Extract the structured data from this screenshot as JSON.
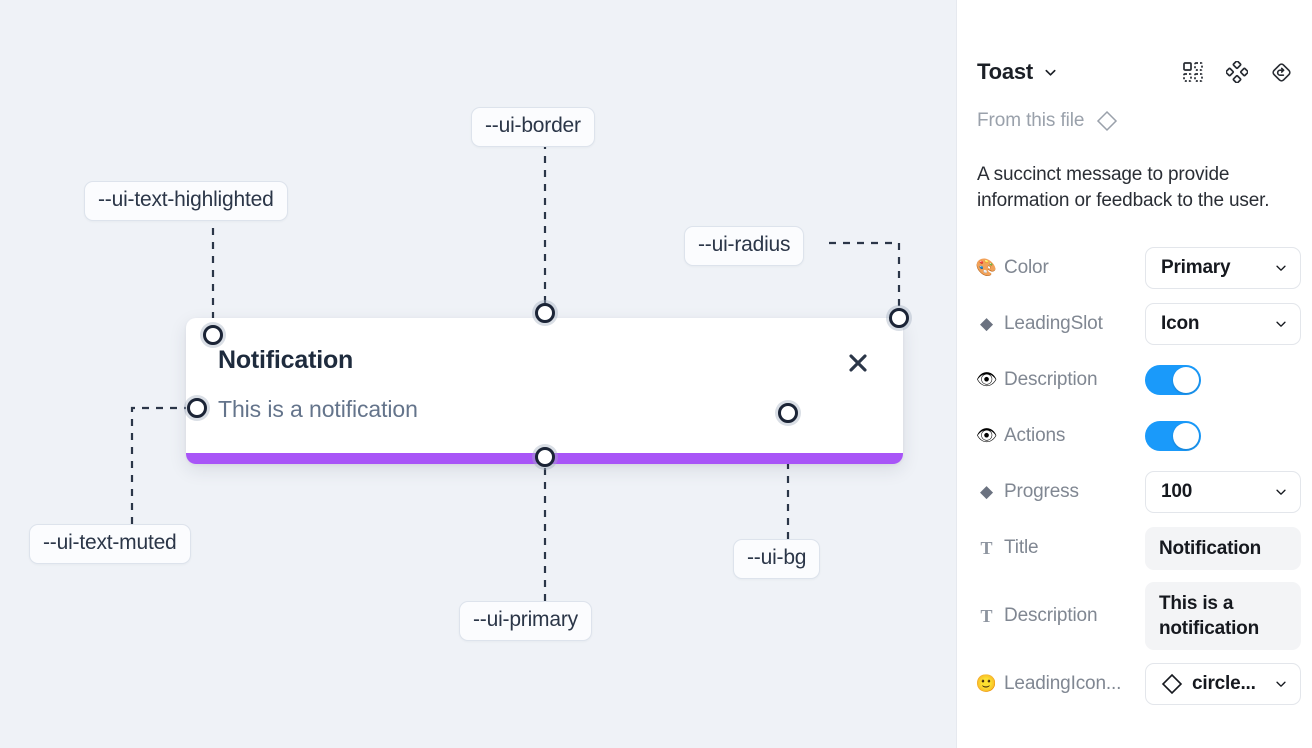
{
  "canvas": {
    "background_color": "#eff2f7",
    "toast": {
      "title": "Notification",
      "description": "This is a notification",
      "close_icon": "close-x-icon",
      "progress_color": "#a855f7",
      "background_color": "#ffffff"
    },
    "annotations": [
      {
        "id": "ui-text-highlighted",
        "label": "--ui-text-highlighted"
      },
      {
        "id": "ui-border",
        "label": "--ui-border"
      },
      {
        "id": "ui-radius",
        "label": "--ui-radius"
      },
      {
        "id": "ui-text-muted",
        "label": "--ui-text-muted"
      },
      {
        "id": "ui-primary",
        "label": "--ui-primary"
      },
      {
        "id": "ui-bg",
        "label": "--ui-bg"
      }
    ]
  },
  "panel": {
    "title": "Toast",
    "title_caret_icon": "chevron-down-icon",
    "header_icons": [
      {
        "name": "component-properties-icon"
      },
      {
        "name": "swap-instance-icon"
      },
      {
        "name": "reset-instance-icon"
      }
    ],
    "from_file": {
      "label": "From this file",
      "icon": "diamond-component-icon"
    },
    "description": "A succinct message to provide information or feedback to the user.",
    "properties": [
      {
        "icon": "palette-icon",
        "icon_glyph": "🎨",
        "label": "Color",
        "control": "select",
        "value": "Primary"
      },
      {
        "icon": "diamond-icon",
        "icon_glyph": "◆",
        "label": "LeadingSlot",
        "control": "select",
        "value": "Icon"
      },
      {
        "icon": "eye-icon",
        "icon_glyph": "👁",
        "label": "Description",
        "control": "toggle",
        "value": "on"
      },
      {
        "icon": "eye-icon",
        "icon_glyph": "👁",
        "label": "Actions",
        "control": "toggle",
        "value": "on"
      },
      {
        "icon": "diamond-icon",
        "icon_glyph": "◆",
        "label": "Progress",
        "control": "select",
        "value": "100"
      },
      {
        "icon": "text-icon",
        "icon_glyph": "T",
        "label": "Title",
        "control": "text",
        "value": "Notification"
      },
      {
        "icon": "text-icon",
        "icon_glyph": "T",
        "label": "Description",
        "control": "text",
        "value": "This is a notification"
      },
      {
        "icon": "emoji-icon",
        "icon_glyph": "🙂",
        "label": "LeadingIcon...",
        "control": "select-icon",
        "value": "circle..."
      }
    ]
  },
  "colors": {
    "accent_blue": "#1a9afa",
    "purple": "#a855f7",
    "canvas_bg": "#eff2f7",
    "panel_bg": "#ffffff"
  }
}
